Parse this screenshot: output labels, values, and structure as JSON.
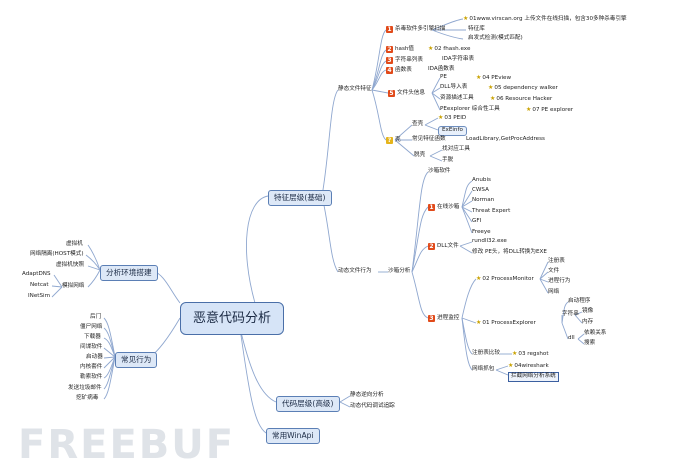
{
  "center": "恶意代码分析",
  "watermark": "FREEBUF",
  "branches": {
    "features": "特征层级(基础)",
    "env": "分析环境搭建",
    "behaviors": "常见行为",
    "code_level": "代码层级(高级)",
    "winapi": "常用WinApi"
  },
  "static": {
    "label": "静态文件特征",
    "virus_scan": "杀毒软件多引擎扫描",
    "virus_site": "01www.virscan.org 上传文件在线扫描，包含30多种杀毒引擎",
    "virus_items": [
      "特征库",
      "启发式检测(模式匹配)"
    ],
    "hash": "hash值",
    "hash_tool": "02 fhash.exe",
    "strings": "字符串列表",
    "strings_tool": "IDA字符串表",
    "funcs": "函数表",
    "funcs_tool": "IDA函数表",
    "pe_header": "文件头信息",
    "pe": "PE",
    "pe_tool": "04 PEview",
    "dll": "DLL导入表",
    "dll_tool": "05 dependency walker",
    "res": "资源描述工具",
    "res_tool": "06 Resource Hacker",
    "pe_explorer": "PEexplorer 综合性工具",
    "pe_explorer_tool": "07 PE explorer",
    "shell": "壳",
    "detect": "查壳",
    "detect_tools": [
      "03 PEID",
      "ExEinfo"
    ],
    "unpack_label": "常见特征函数",
    "unpack_funcs": "LoadLibrary,GetProcAddress",
    "unpack": "脱壳",
    "unpack_tools": [
      "找对应工具",
      "手脱"
    ]
  },
  "dynamic": {
    "label": "动态文件行为",
    "sandbox": "沙箱分析",
    "sandbox_top": "沙箱软件",
    "online": "在线沙箱",
    "online_items": [
      "Anubis",
      "CWSA",
      "Norman",
      "Threat Expert",
      "GFI",
      "Freeye"
    ],
    "dll_file": "DLL文件",
    "dll_items": [
      "rundll32.exe",
      "修改 PE头，将DLL转换为EXE"
    ],
    "monitor": "进程监控",
    "procmon": "02 ProcessMonitor",
    "procmon_items": [
      "注册表",
      "文件",
      "进程行为",
      "网络"
    ],
    "procexp": "01 ProcessExplorer",
    "procexp_child": "启动程序",
    "strings": "字符串",
    "strings_items": [
      "镜像",
      "内存"
    ],
    "dll": "dll",
    "dll_children": [
      "依赖关系",
      "搜索"
    ],
    "reg": "注册表比较",
    "reg_tool": "03 regshot",
    "net": "网络抓包",
    "net_items": [
      "04wireshark",
      "拦截网络分析系统"
    ]
  },
  "env": {
    "items": [
      "虚拟机",
      "网络隔离(HOST模式)",
      "虚拟机快照",
      "模拟网络"
    ],
    "sim_tools": [
      "AdaptDNS",
      "Netcat",
      "INetSim"
    ]
  },
  "behaviors": [
    "后门",
    "僵尸网络",
    "下载器",
    "间谍软件",
    "启动器",
    "内核套件",
    "勒索软件",
    "发送垃圾邮件",
    "挖矿病毒"
  ],
  "code": {
    "items": [
      "静态逆向分析",
      "动态代码调试追踪"
    ]
  }
}
